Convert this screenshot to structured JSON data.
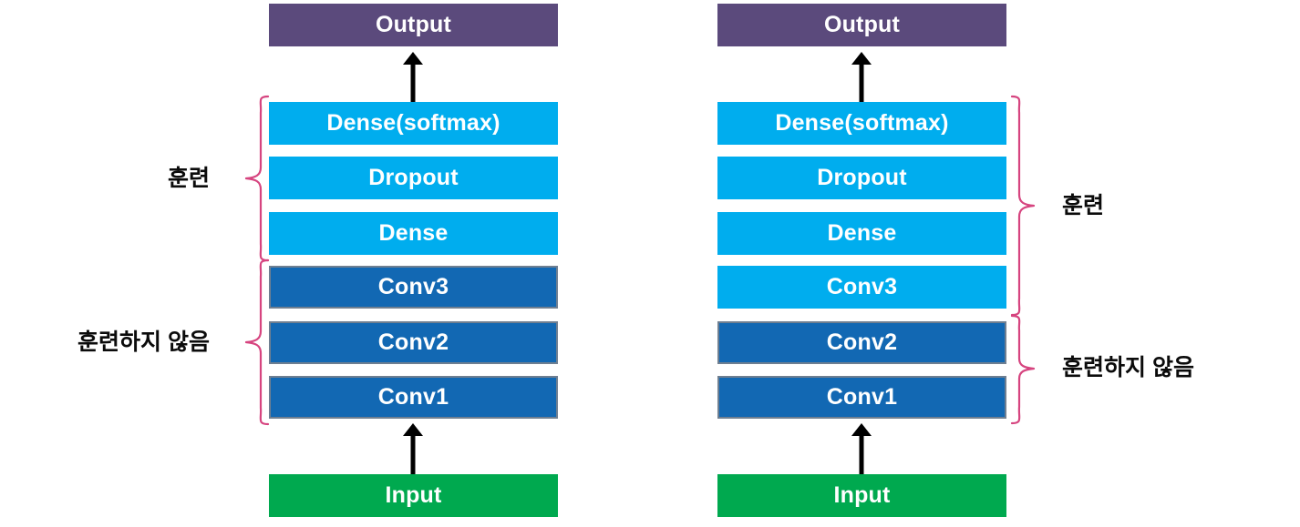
{
  "diagram": {
    "title": "Transfer learning layer freezing comparison",
    "colors": {
      "output": "#5B4A7C",
      "trainable": "#00ADEE",
      "frozen": "#1268B3",
      "input": "#00A94F",
      "brace": "#D6447F",
      "arrow": "#000000",
      "text": "#FFFFFF",
      "label": "#0B0B0B",
      "background": "#FFFFFF"
    },
    "stacks": [
      {
        "id": "left",
        "name": "left-model",
        "layers": [
          {
            "label": "Output",
            "kind": "output"
          },
          {
            "label": "Dense(softmax)",
            "kind": "trainable"
          },
          {
            "label": "Dropout",
            "kind": "trainable"
          },
          {
            "label": "Dense",
            "kind": "trainable"
          },
          {
            "label": "Conv3",
            "kind": "frozen"
          },
          {
            "label": "Conv2",
            "kind": "frozen"
          },
          {
            "label": "Conv1",
            "kind": "frozen"
          },
          {
            "label": "Input",
            "kind": "input"
          }
        ],
        "groups": [
          {
            "label": "훈련",
            "side": "left",
            "meaning": "train"
          },
          {
            "label": "훈련하지 않음",
            "side": "left",
            "meaning": "do-not-train"
          }
        ]
      },
      {
        "id": "right",
        "name": "right-model",
        "layers": [
          {
            "label": "Output",
            "kind": "output"
          },
          {
            "label": "Dense(softmax)",
            "kind": "trainable"
          },
          {
            "label": "Dropout",
            "kind": "trainable"
          },
          {
            "label": "Dense",
            "kind": "trainable"
          },
          {
            "label": "Conv3",
            "kind": "trainable"
          },
          {
            "label": "Conv2",
            "kind": "frozen"
          },
          {
            "label": "Conv1",
            "kind": "frozen"
          },
          {
            "label": "Input",
            "kind": "input"
          }
        ],
        "groups": [
          {
            "label": "훈련",
            "side": "right",
            "meaning": "train"
          },
          {
            "label": "훈련하지 않음",
            "side": "right",
            "meaning": "do-not-train"
          }
        ]
      }
    ]
  }
}
